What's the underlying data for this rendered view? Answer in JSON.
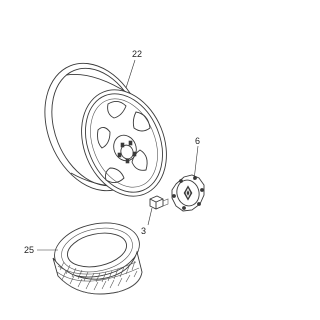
{
  "parts": {
    "wheel_rim": "22",
    "center_cap": "6",
    "lug_nut": "3",
    "tire": "25"
  }
}
